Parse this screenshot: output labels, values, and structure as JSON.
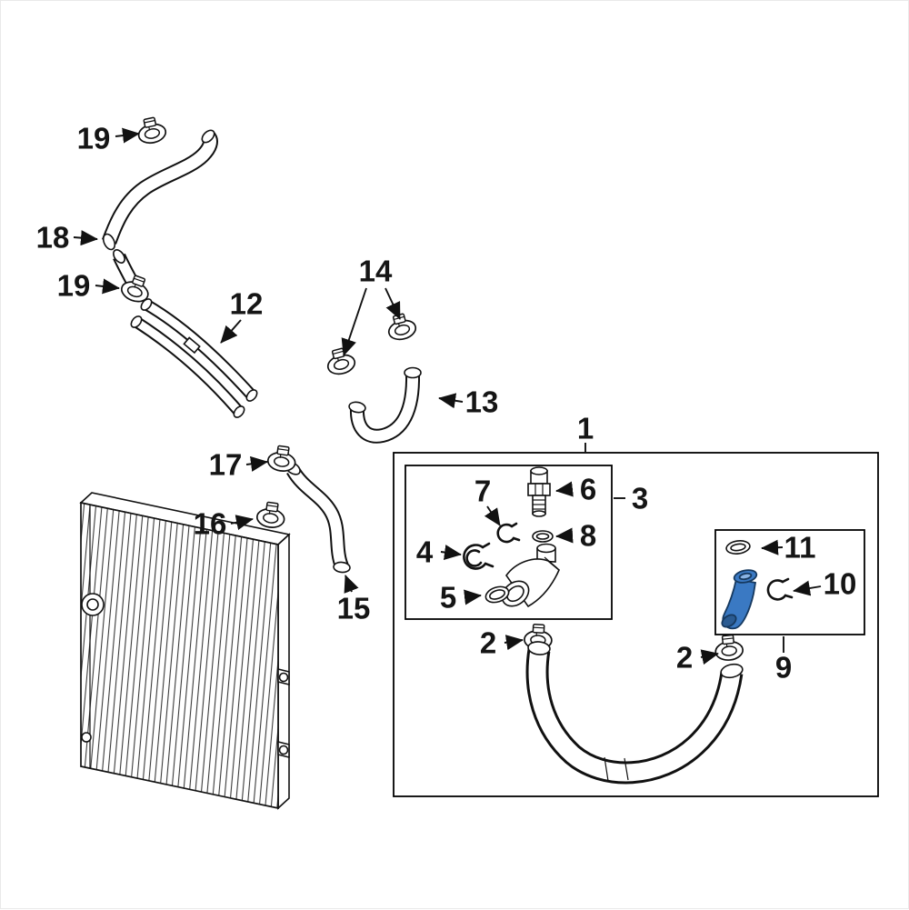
{
  "diagram": {
    "kind": "automotive-parts-diagram-radiator-hoses",
    "background": "#ffffff",
    "line_color": "#111111",
    "highlight_color": "#3a79c3",
    "highlight_inner": "#8ab4e4",
    "highlight_dark": "#2a5b92",
    "callouts": [
      {
        "label": "19"
      },
      {
        "label": "18"
      },
      {
        "label": "19"
      },
      {
        "label": "12"
      },
      {
        "label": "14"
      },
      {
        "label": "13"
      },
      {
        "label": "17"
      },
      {
        "label": "16"
      },
      {
        "label": "15"
      },
      {
        "label": "1"
      },
      {
        "label": "7"
      },
      {
        "label": "6"
      },
      {
        "label": "3"
      },
      {
        "label": "8"
      },
      {
        "label": "4"
      },
      {
        "label": "5"
      },
      {
        "label": "2"
      },
      {
        "label": "11"
      },
      {
        "label": "10"
      },
      {
        "label": "2"
      },
      {
        "label": "9"
      }
    ]
  }
}
